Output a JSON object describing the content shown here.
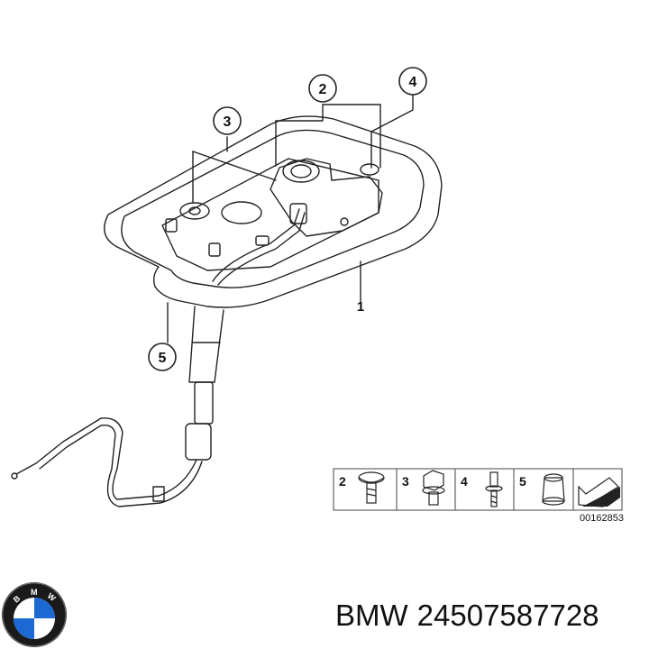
{
  "diagram": {
    "callouts": [
      "1",
      "2",
      "3",
      "4",
      "5"
    ],
    "legend": {
      "items": [
        "2",
        "3",
        "4",
        "5"
      ]
    },
    "image_code": "00162853"
  },
  "logo": {
    "lettering": "BMW",
    "colors": {
      "blue": "#1c69d4",
      "black": "#1a1a1a",
      "white": "#ffffff"
    }
  },
  "footer": {
    "brand": "BMW",
    "part_number": "24507587728"
  }
}
